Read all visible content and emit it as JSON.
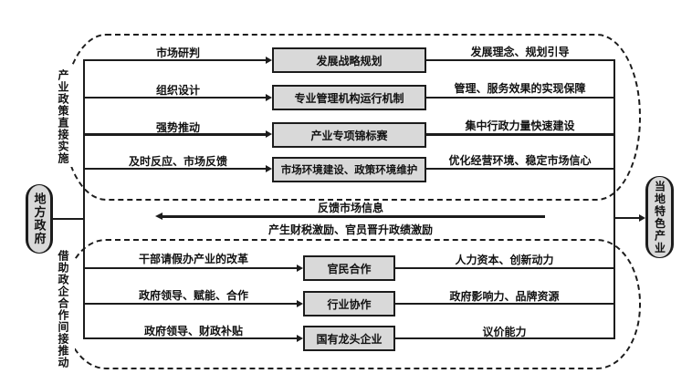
{
  "nodes": {
    "left": "地方政府",
    "right": "当地特色产业"
  },
  "top_group": {
    "side_label": "产业政策直接实施",
    "rows": [
      {
        "left_label": "市场研判",
        "box": "发展战略规划",
        "right_label": "发展理念、规划引导"
      },
      {
        "left_label": "组织设计",
        "box": "专业管理机构运行机制",
        "right_label": "管理、服务效果的实现保障"
      },
      {
        "left_label": "强势推动",
        "box": "产业专项锦标赛",
        "right_label": "集中行政力量快速建设"
      },
      {
        "left_label": "及时反应、市场反馈",
        "box": "市场环境建设、政策环境维护",
        "right_label": "优化经营环境、稳定市场信心"
      }
    ]
  },
  "feedback": {
    "line1": "反馈市场信息",
    "line2": "产生财税激励、官员晋升政绩激励"
  },
  "bottom_group": {
    "side_label": "借助政企合作间接推动",
    "rows": [
      {
        "left_label": "干部请假办产业的改革",
        "box": "官民合作",
        "right_label": "人力资本、创新动力"
      },
      {
        "left_label": "政府领导、赋能、合作",
        "box": "行业协作",
        "right_label": "政府影响力、品牌资源"
      },
      {
        "left_label": "政府领导、财政补贴",
        "box": "国有龙头企业",
        "right_label": "议价能力"
      }
    ]
  },
  "colors": {
    "node_fill": "#d9d9d9",
    "box_fill": "#d9d9d9",
    "line": "#1c1c1c",
    "background": "#ffffff"
  }
}
